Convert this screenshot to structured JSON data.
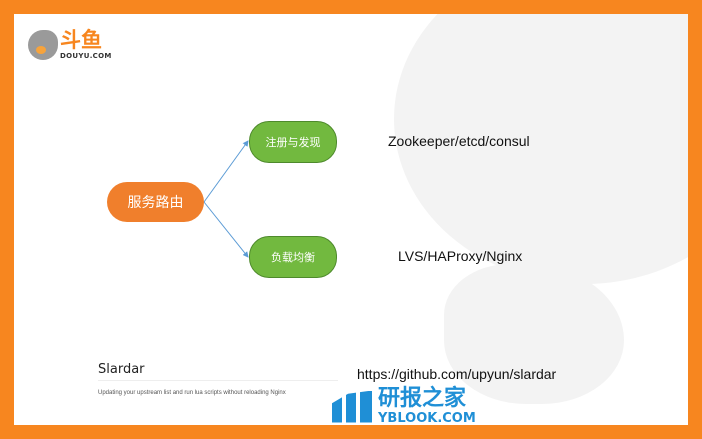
{
  "logo": {
    "cn": "斗鱼",
    "en": "DOUYU.COM"
  },
  "diagram": {
    "root": "服务路由",
    "nodes": [
      {
        "label": "注册与发现",
        "desc": "Zookeeper/etcd/consul"
      },
      {
        "label": "负载均衡",
        "desc": "LVS/HAProxy/Nginx"
      }
    ]
  },
  "slardar": {
    "title": "Slardar",
    "subtitle": "Updating your upstream list and run lua scripts without reloading Nginx",
    "url": "https://github.com/upyun/slardar"
  },
  "watermark": {
    "cn": "研报之家",
    "en": "YBLOOK.COM"
  }
}
